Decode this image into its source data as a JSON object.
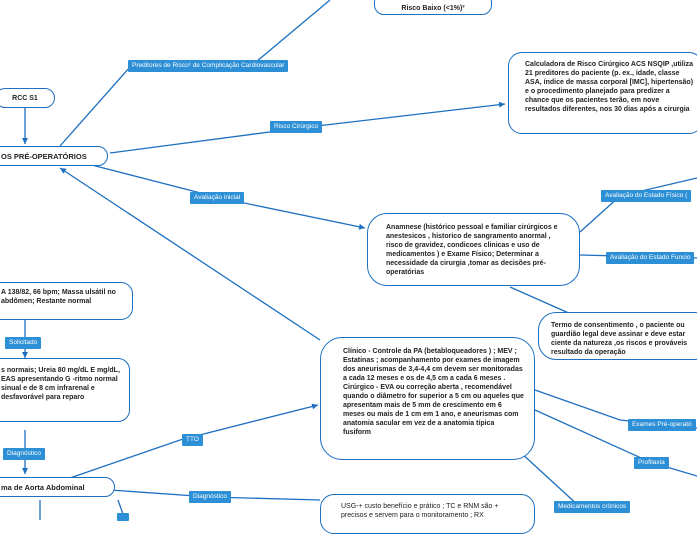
{
  "nodes": {
    "risco_baixo": "Risco Baixo (<1%)³",
    "rcc": "RCC S1",
    "cuidados": "OS PRÉ-OPERATÓRIOS",
    "calculadora": "Calculadora de Risco Cirúrgico ACS NSQIP ,utiliza 21 preditores do paciente (p. ex., idade, classe ASA, índice de massa corporal [IMC], hipertensão)  e o procedimento planejado para predizer a chance que os pacientes terão, em nove resultados diferentes, nos 30 dias após a cirurgia",
    "anamnese": "Anamnese (histórico pessoal e familiar cirúrgicos e anestesicos , historico de sangramento anormal , risco de gravidez, condicoes clinicas e uso de medicamentos ) e Exame Físico; Determinar a necessidade da cirurgia ,tomar as decisões pré-operatórias",
    "termo": "Termo de consentimento , o paciente ou guardião legal deve assinar e deve estar ciente da natureza ,os riscos e prováveis resultado da operação",
    "exame_fisico": "A 138/82, 66 bpm; Massa ulsátil no abdômen; Restante normal",
    "exames_lab": "s normais; Ureia 80 mg/dL E mg/dL, EAS apresentando G -ritmo normal sinual e de 8 cm infrarenal e desfavorável para reparo",
    "aneurisma": "ma de Aorta Abdominal",
    "clinico": "Clínico - Controle da PA (betabloqueadores ) ; MEV ; Estatinas ; acompanhamento por exames de imagem dos aneurismas de 3,4-4,4 cm devem ser monitoradas a cada 12 meses e os de 4,5 cm  a cada 6 meses . Cirúrgico - EVA ou correção aberta , recomendável quando o diâmetro for superior a 5 cm ou aqueles que apresentam mais de 5 mm de crescimento em 6 meses ou mais de 1 cm em 1 ano, e aneurismas com anatomia sacular em vez de a anatomia típica fusiform",
    "usg": "USG-+ custo benefício e prático ; TC e RNM são + precisos e  servem para o monitoramento ; RX"
  },
  "labels": {
    "preditores": "Preditores de Risco¹ de Complicação Cardiovascular",
    "risco_cirurgico": "Risco Cirúrgico",
    "avaliacao_inicial": "Avaliação inicial",
    "avaliacao_fisico": "Avaliação do Estado Físico (",
    "avaliacao_funcional": "Avaliação do Estado Funcio",
    "solicitado": "Solicitado",
    "diagnostico_left": "Diagnóstico",
    "tto": "TTO",
    "diagnostico_mid": "Diagnóstico",
    "exames_preop": "Exames Pré-operató",
    "profilaxia": "Profilaxia",
    "medicamentos": "Medicamentos crônicos"
  },
  "colors": {
    "edge": "#1d6fc0",
    "label_bg": "#2d8fd5",
    "node_border": "#1d6fc0"
  }
}
